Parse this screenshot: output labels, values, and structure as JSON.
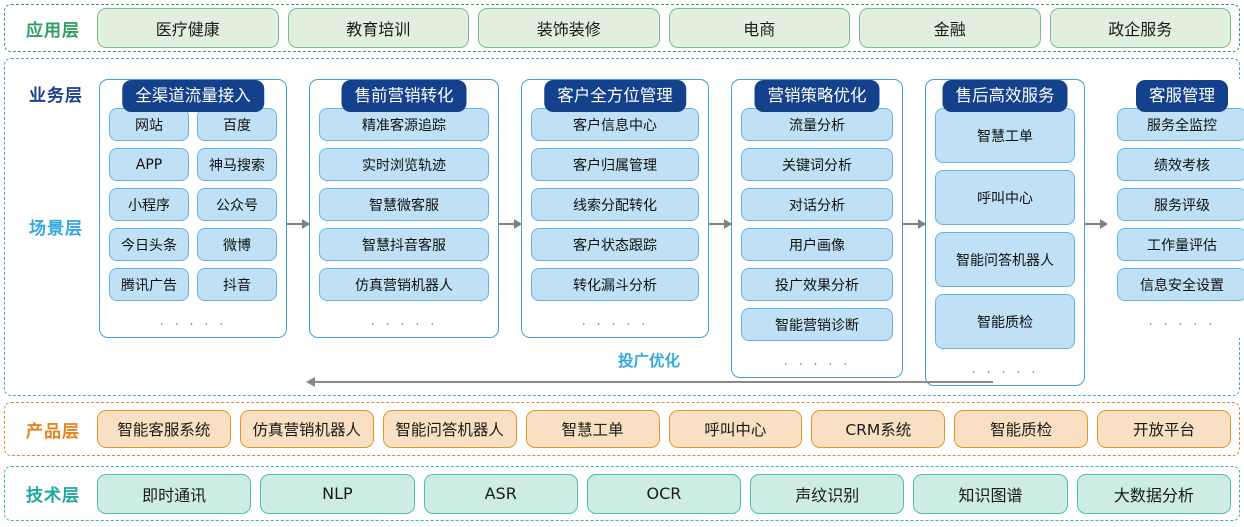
{
  "application_layer": {
    "label": "应用层",
    "accent": "#2f9e63",
    "items": [
      "医疗健康",
      "教育培训",
      "装饰装修",
      "电商",
      "金融",
      "政企服务"
    ]
  },
  "business_layer": {
    "label": "业务层",
    "scene_label": "场景层",
    "accent": "#3fa9dd",
    "header_color": "#14418b",
    "item_color": "#bfe0f5",
    "ellipsis": ". . . . .",
    "feedback": {
      "label": "投广优化",
      "direction": "right-to-left"
    },
    "columns": [
      {
        "header": "全渠道流量接入",
        "layout": "grid2",
        "items": [
          "网站",
          "百度",
          "APP",
          "神马搜索",
          "小程序",
          "公众号",
          "今日头条",
          "微博",
          "腾讯广告",
          "抖音"
        ],
        "has_ellipsis": true,
        "arrow_after": true
      },
      {
        "header": "售前营销转化",
        "layout": "list",
        "items": [
          "精准客源追踪",
          "实时浏览轨迹",
          "智慧微客服",
          "智慧抖音客服",
          "仿真营销机器人"
        ],
        "has_ellipsis": true,
        "arrow_after": true
      },
      {
        "header": "客户全方位管理",
        "layout": "list",
        "items": [
          "客户信息中心",
          "客户归属管理",
          "线索分配转化",
          "客户状态跟踪",
          "转化漏斗分析"
        ],
        "has_ellipsis": true,
        "arrow_after": true
      },
      {
        "header": "营销策略优化",
        "layout": "list",
        "items": [
          "流量分析",
          "关键词分析",
          "对话分析",
          "用户画像",
          "投广效果分析",
          "智能营销诊断"
        ],
        "has_ellipsis": true,
        "arrow_after": true
      },
      {
        "header": "售后高效服务",
        "layout": "list-tall",
        "items": [
          "智慧工单",
          "呼叫中心",
          "智能问答机器人",
          "智能质检"
        ],
        "has_ellipsis": true,
        "arrow_after": true
      },
      {
        "header": "客服管理",
        "layout": "list",
        "items": [
          "服务全监控",
          "绩效考核",
          "服务评级",
          "工作量评估",
          "信息安全设置"
        ],
        "has_ellipsis": true,
        "arrow_after": false,
        "borderless": true
      }
    ]
  },
  "product_layer": {
    "label": "产品层",
    "accent": "#e8821c",
    "items": [
      "智能客服系统",
      "仿真营销机器人",
      "智能问答机器人",
      "智慧工单",
      "呼叫中心",
      "CRM系统",
      "智能质检",
      "开放平台"
    ]
  },
  "technology_layer": {
    "label": "技术层",
    "accent": "#1ea79b",
    "items": [
      "即时通讯",
      "NLP",
      "ASR",
      "OCR",
      "声纹识别",
      "知识图谱",
      "大数据分析"
    ]
  }
}
